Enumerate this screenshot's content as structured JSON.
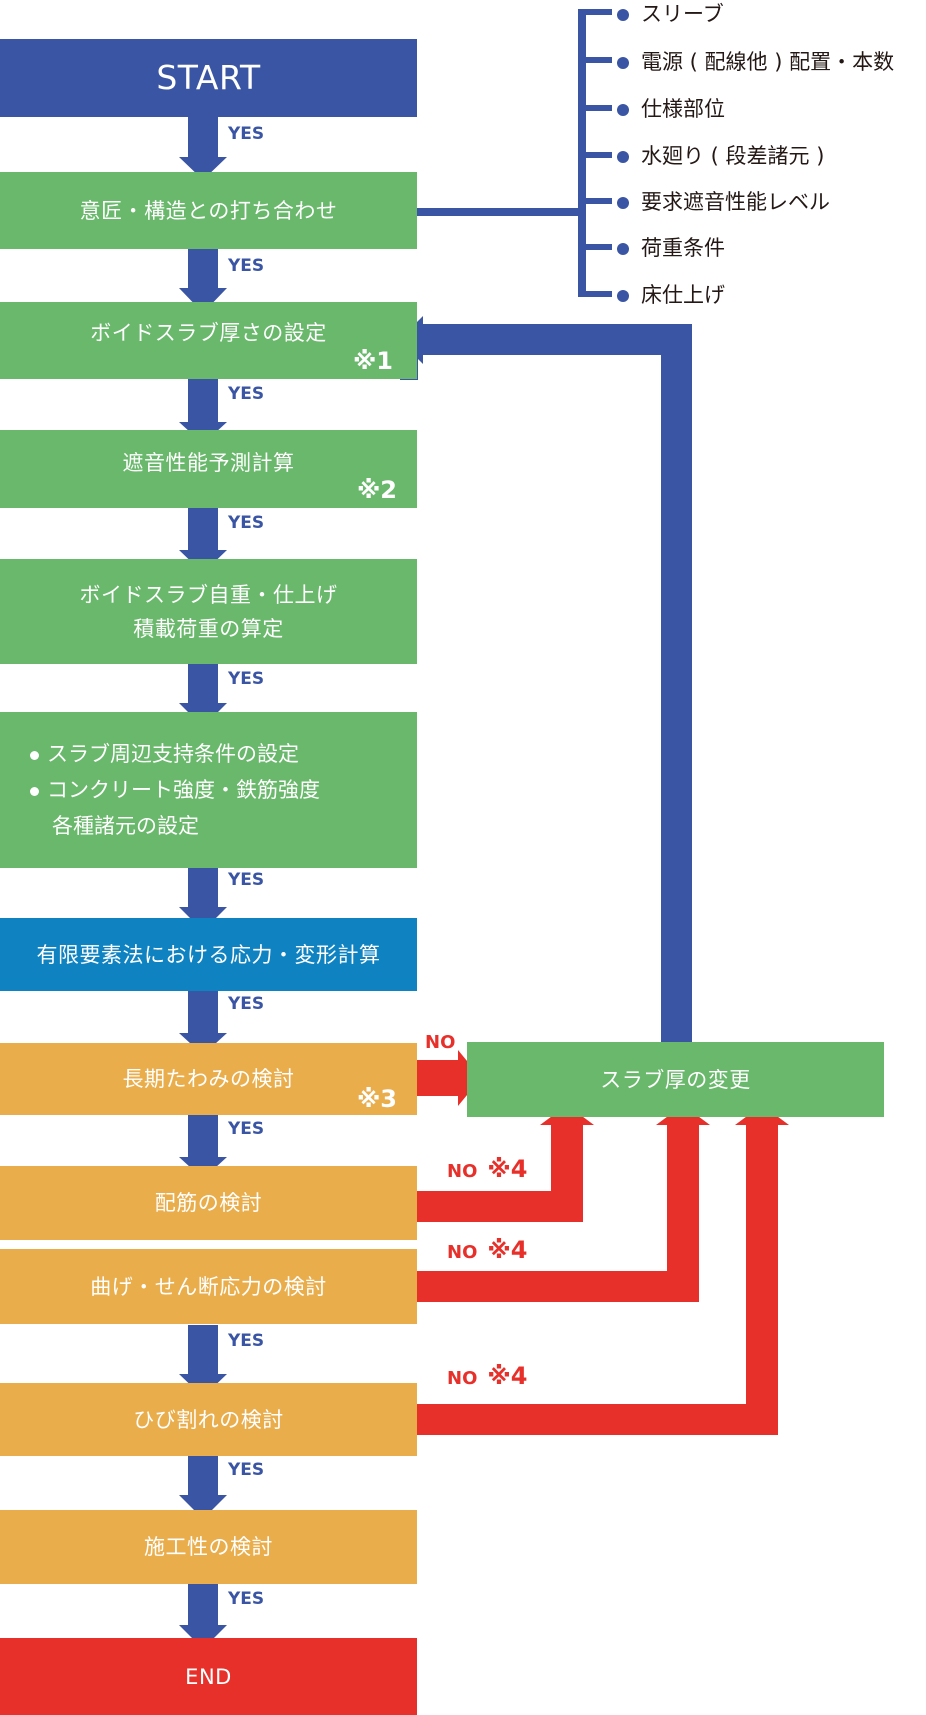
{
  "colors": {
    "blue": "#3a55a4",
    "green": "#69b86c",
    "teal": "#0f82c2",
    "orange": "#e9ad4c",
    "red": "#e8302b",
    "text_dark": "#231815"
  },
  "flow": {
    "start": "START",
    "meeting": "意匠・構造との打ち合わせ",
    "slab_thickness": "ボイドスラブ厚さの設定",
    "slab_thickness_note": "※1",
    "sound_calc": "遮音性能予測計算",
    "sound_calc_note": "※2",
    "self_weight_line1": "ボイドスラブ自重・仕上げ",
    "self_weight_line2": "積載荷重の算定",
    "conditions_bullet1": "スラブ周辺支持条件の設定",
    "conditions_bullet2": "コンクリート強度・鉄筋強度",
    "conditions_bullet2_cont": "各種諸元の設定",
    "fem": "有限要素法における応力・変形計算",
    "deflection": "長期たわみの検討",
    "deflection_note": "※3",
    "reinforcement": "配筋の検討",
    "bending_shear": "曲げ・せん断応力の検討",
    "cracking": "ひび割れの検討",
    "constructability": "施工性の検討",
    "end": "END",
    "change_thickness": "スラブ厚の変更"
  },
  "labels": {
    "yes": "YES",
    "no": "NO",
    "note4": "※4"
  },
  "meeting_items": [
    "スリーブ",
    "電源 ( 配線他 ) 配置・本数",
    "仕様部位",
    "水廻り ( 段差諸元 )",
    "要求遮音性能レベル",
    "荷重条件",
    "床仕上げ"
  ]
}
